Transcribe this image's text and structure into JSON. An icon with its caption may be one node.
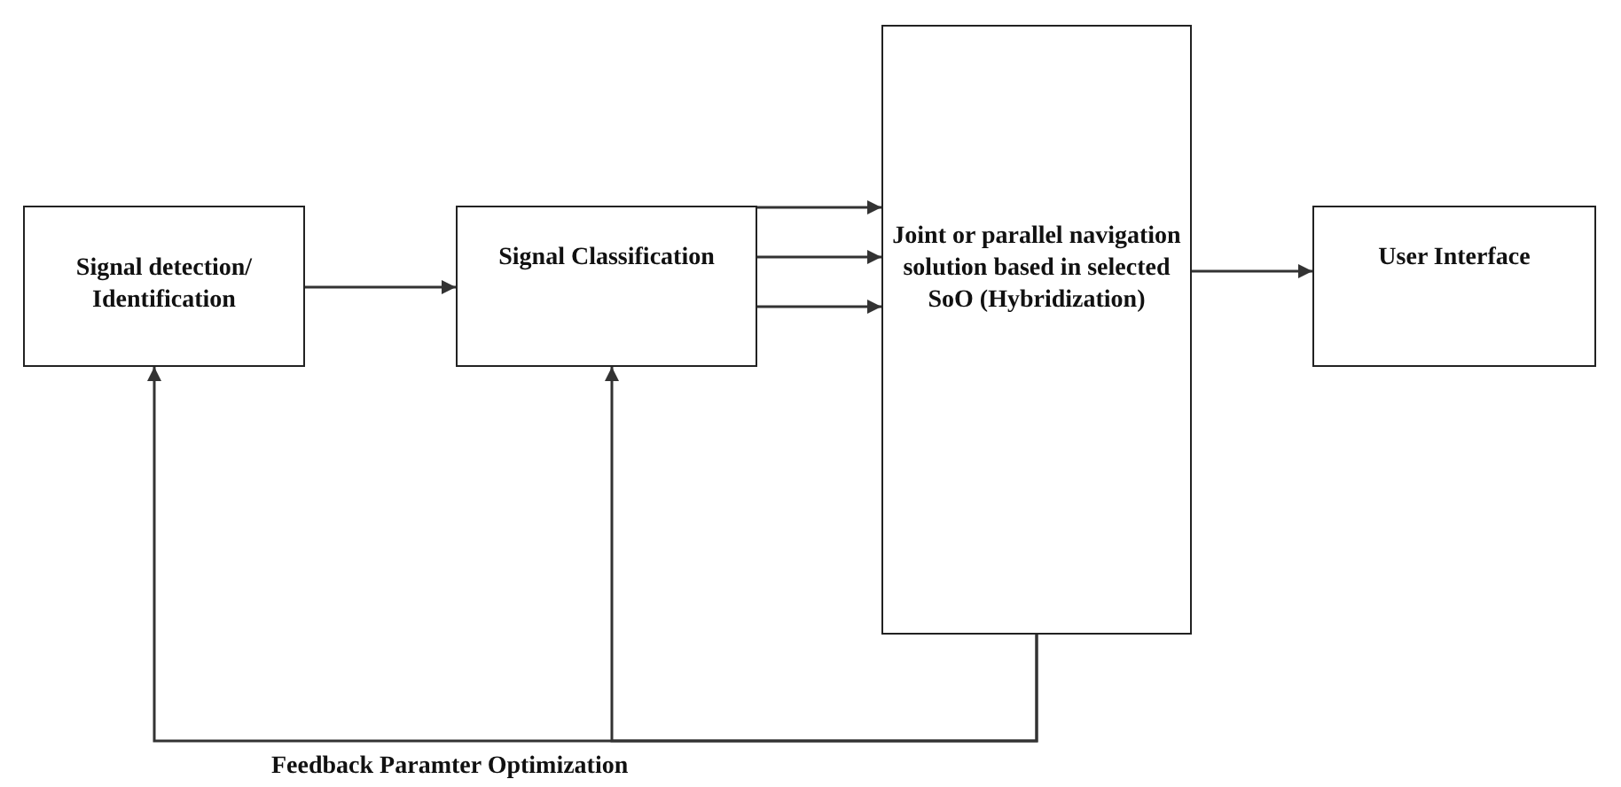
{
  "diagram": {
    "nodes": [
      {
        "text": [
          "Signal detection/ Identification"
        ]
      },
      {
        "text": [
          "Signal Classification"
        ]
      },
      {
        "text": [
          "Joint or parallel navigation solution based in selected SoO (Hybridization)"
        ]
      },
      {
        "text": [
          "User Interface"
        ]
      }
    ],
    "edges": [
      {
        "from": 0,
        "to": 1,
        "arrow": "to"
      },
      {
        "from": 1,
        "to": 2,
        "arrow": "to"
      },
      {
        "from": 1,
        "to": 2,
        "arrow": "to"
      },
      {
        "from": 1,
        "to": 2,
        "arrow": "to"
      },
      {
        "from": 2,
        "to": 3,
        "arrow": "to"
      },
      {
        "from": 2,
        "to": 0,
        "arrow": "to"
      },
      {
        "from": 2,
        "to": 1,
        "arrow": "to"
      }
    ],
    "labels": [
      "Feedback Paramter Optimization"
    ]
  }
}
